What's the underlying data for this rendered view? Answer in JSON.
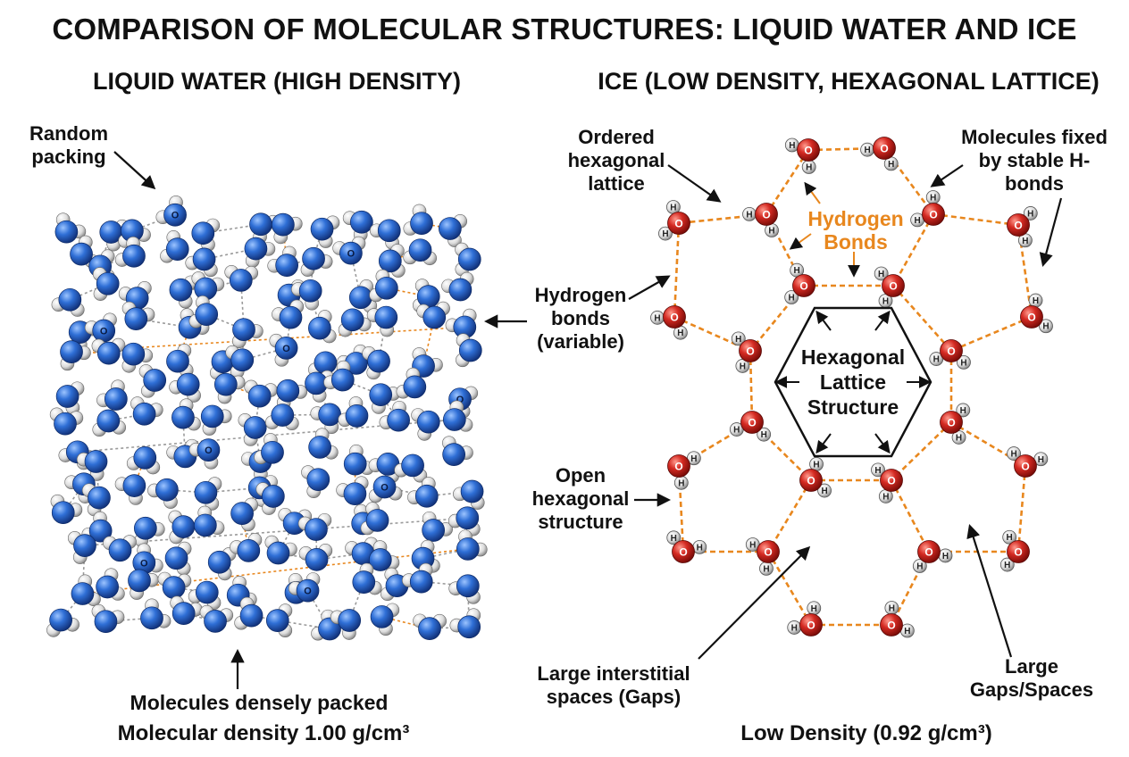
{
  "title": "COMPARISON OF MOLECULAR STRUCTURES: LIQUID WATER AND ICE",
  "liquid": {
    "heading": "LIQUID WATER (HIGH DENSITY)",
    "labels": {
      "random_packing_1": "Random",
      "random_packing_2": "packing",
      "hbonds_1": "Hydrogen",
      "hbonds_2": "bonds",
      "hbonds_3": "(variable)",
      "dense": "Molecules densely packed"
    },
    "density_text": "Molecular density 1.00 g/cm³",
    "atom_o": "O",
    "atom_h": "H"
  },
  "ice": {
    "heading": "ICE (LOW DENSITY, HEXAGONAL LATTICE)",
    "labels": {
      "ordered_1": "Ordered",
      "ordered_2": "hexagonal",
      "ordered_3": "lattice",
      "fixed_1": "Molecules fixed",
      "fixed_2": "by stable H-",
      "fixed_3": "bonds",
      "hbonds_1": "Hydrogen",
      "hbonds_2": "Bonds",
      "hex_1": "Hexagonal",
      "hex_2": "Lattice",
      "hex_3": "Structure",
      "open_1": "Open",
      "open_2": "hexagonal",
      "open_3": "structure",
      "interstitial_1": "Large interstitial",
      "interstitial_2": "spaces (Gaps)",
      "gaps_1": "Large",
      "gaps_2": "Gaps/Spaces"
    },
    "density_text": "Low Density (0.92 g/cm³)",
    "atom_o": "O",
    "atom_h": "H"
  },
  "colors": {
    "water_oxygen": "#2f6fd6",
    "ice_oxygen": "#d42a22",
    "hydrogen": "#dcdcdc",
    "ice_bond": "#e8871e",
    "water_bond": "#9a9a9a"
  }
}
